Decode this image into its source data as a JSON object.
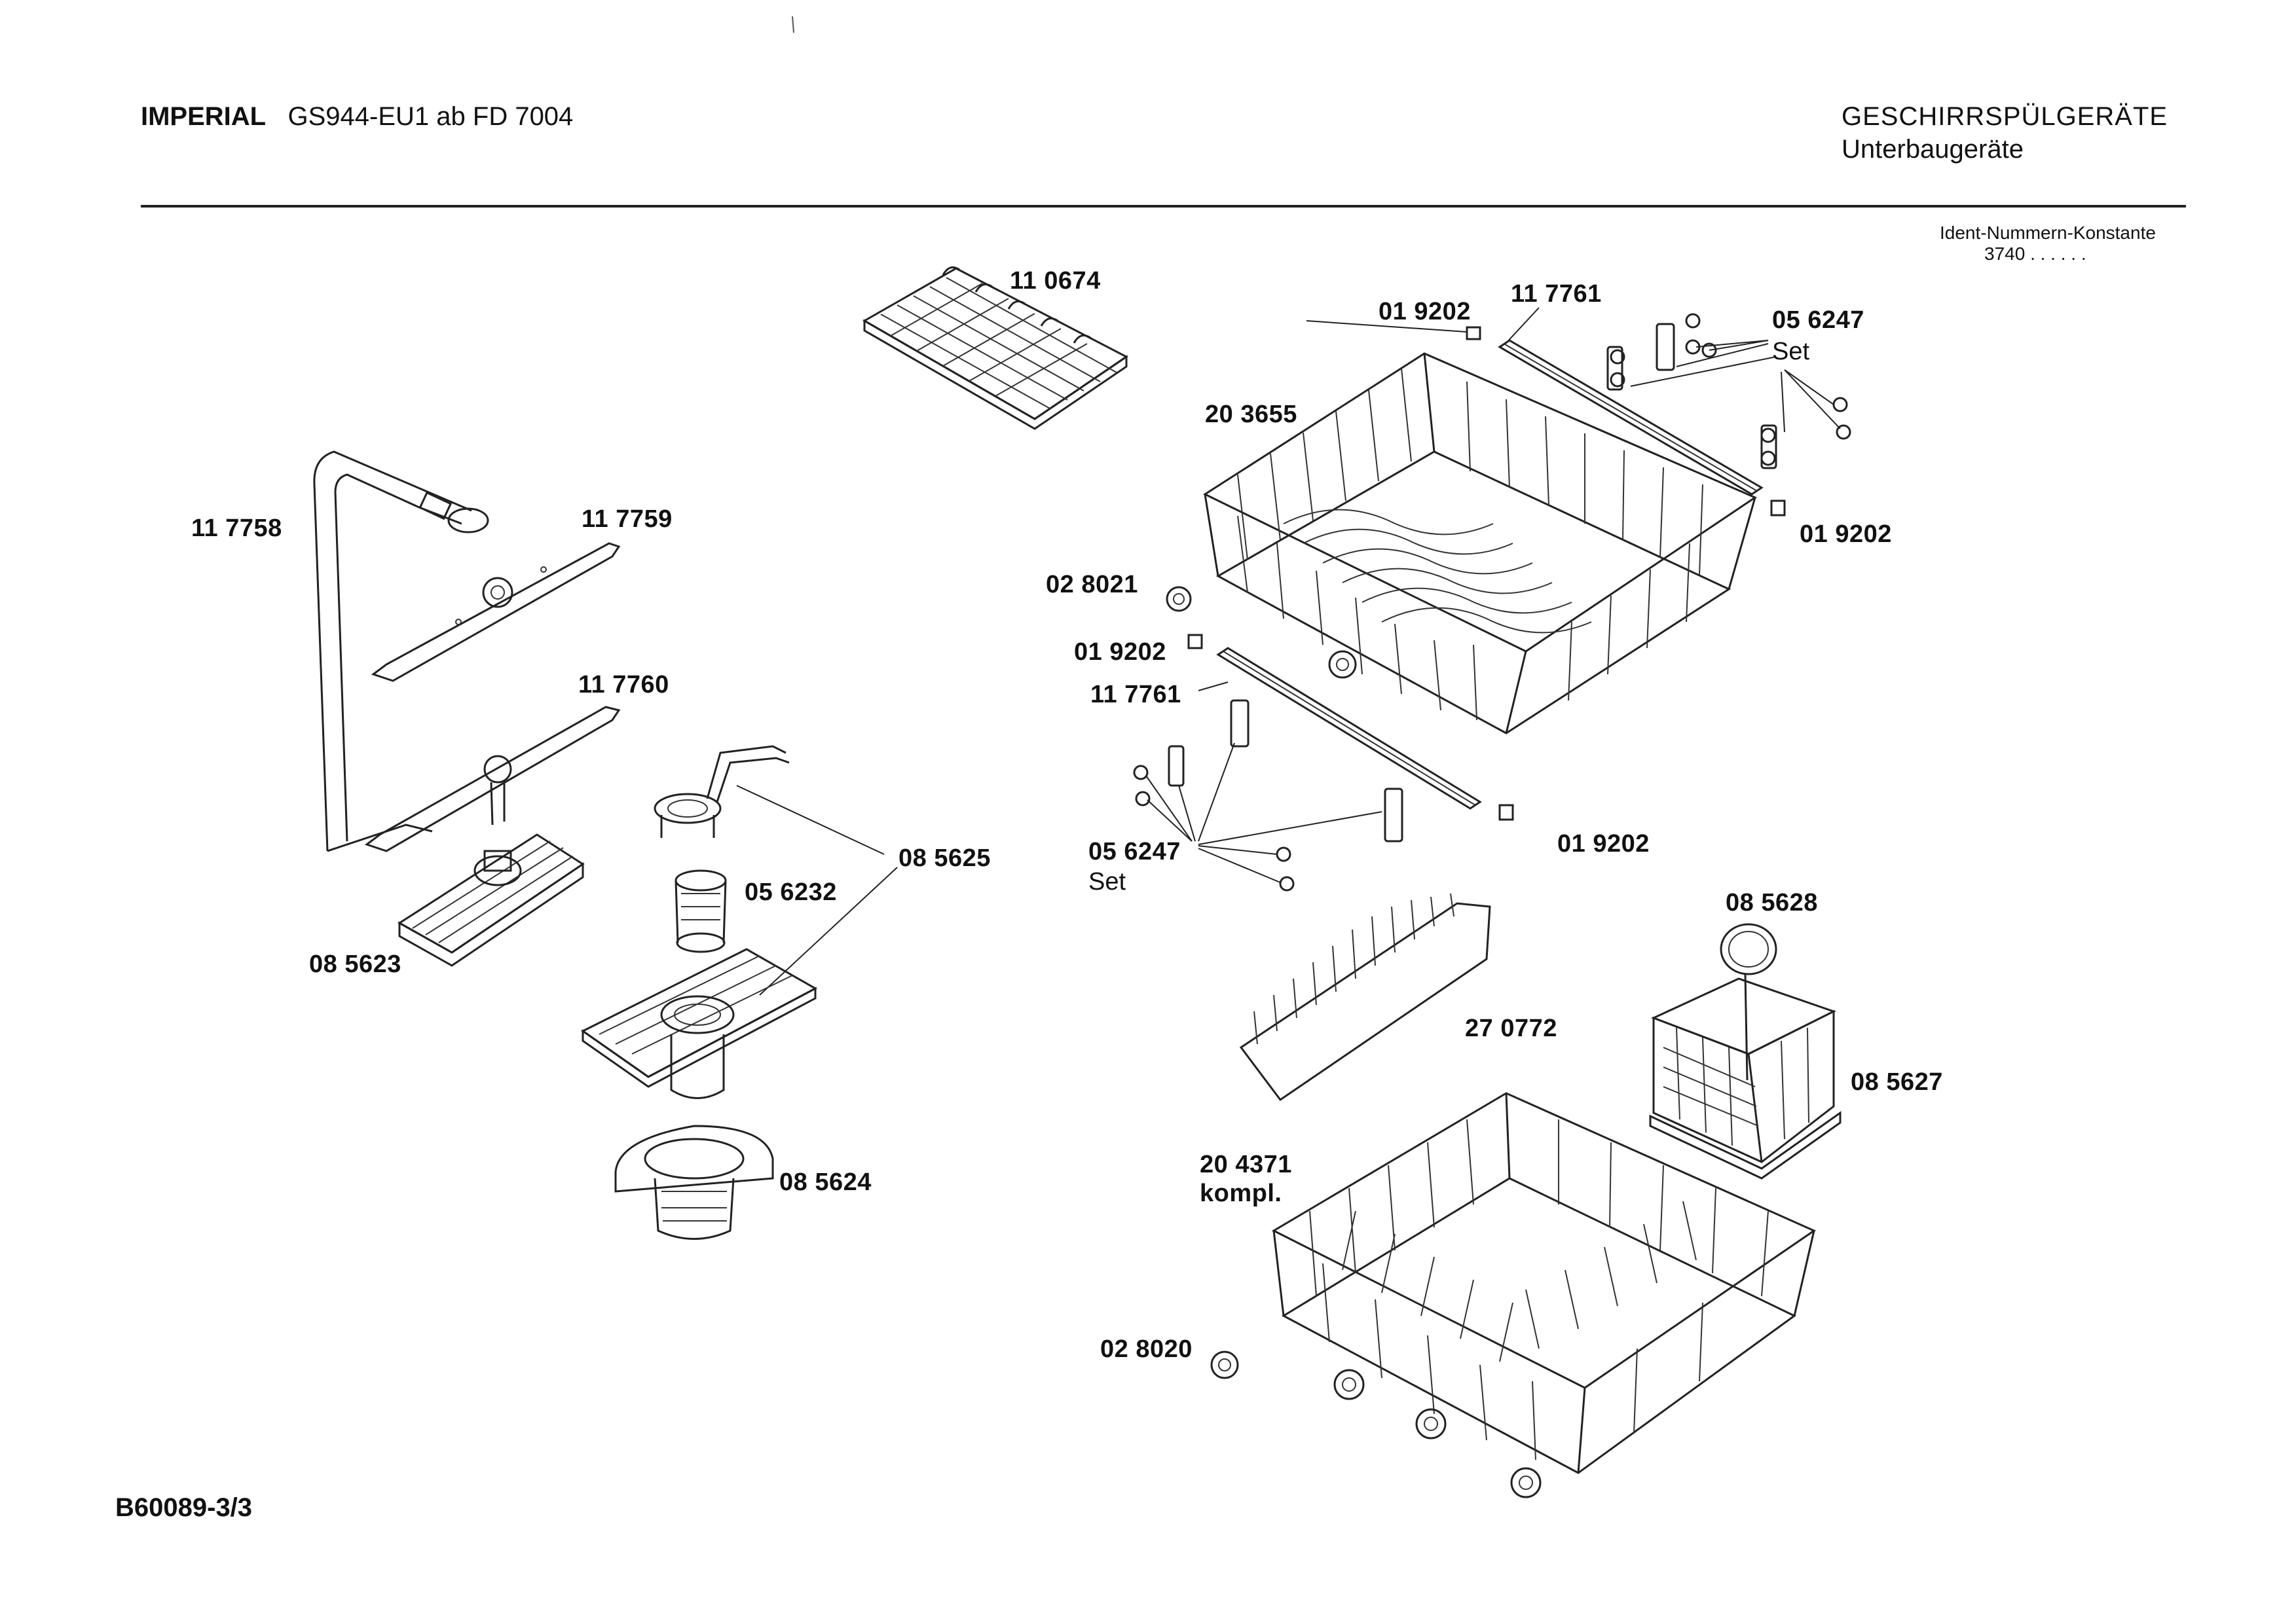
{
  "header": {
    "brand": "IMPERIAL",
    "model": "GS944-EU1 ab FD 7004",
    "category": "GESCHIRRSPÜLGERÄTE",
    "subcategory": "Unterbaugeräte",
    "ident_label": "Ident-Nummern-Konstante",
    "ident_value": "3740  . .   . . . ."
  },
  "footer": {
    "drawing_number": "B60089-3/3"
  },
  "parts": {
    "p110674": "11 0674",
    "p019202_a": "01 9202",
    "p117761_a": "11 7761",
    "p056247_a": "05 6247",
    "set_a": "Set",
    "p203655": "20 3655",
    "p019202_b": "01 9202",
    "p117758": "11 7758",
    "p117759": "11 7759",
    "p028021": "02 8021",
    "p019202_c": "01 9202",
    "p117761_b": "11 7761",
    "p117760": "11 7760",
    "p085625": "08 5625",
    "p056247_b": "05 6247",
    "set_b": "Set",
    "p019202_d": "01 9202",
    "p056232": "05 6232",
    "p085623": "08 5623",
    "p085628": "08 5628",
    "p270772": "27 0772",
    "p085627": "08 5627",
    "p085624": "08 5624",
    "p204371": "20 4371",
    "kompl": "kompl.",
    "p028020": "02 8020"
  }
}
